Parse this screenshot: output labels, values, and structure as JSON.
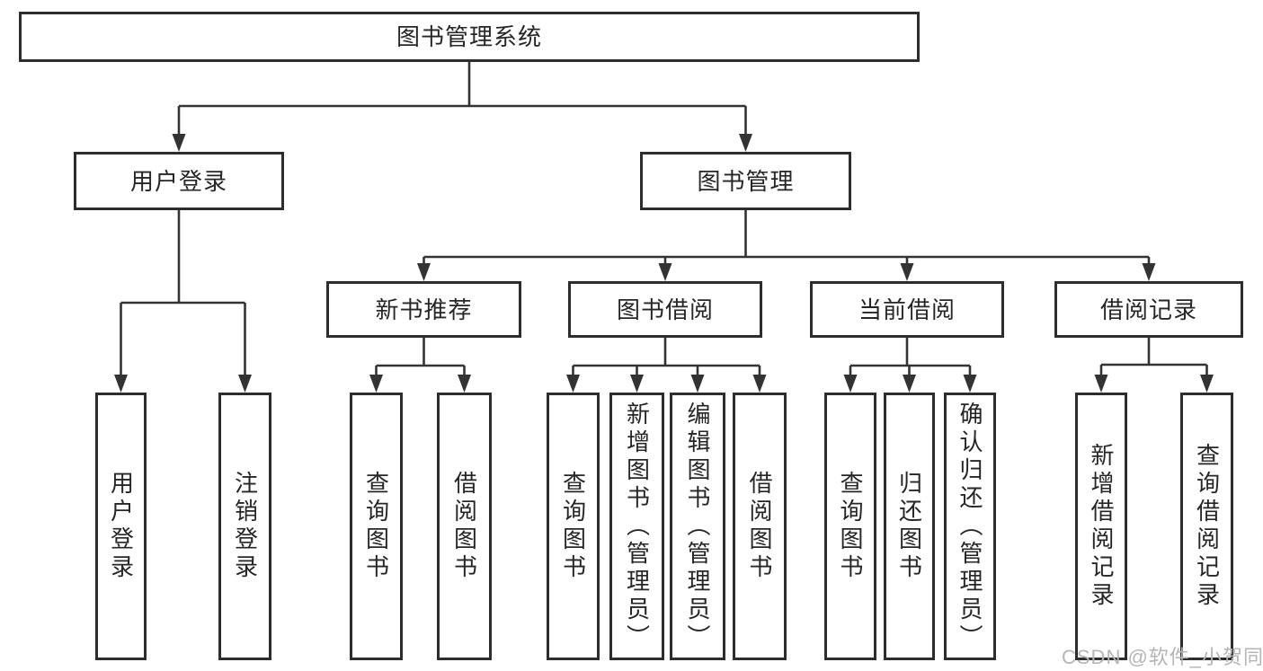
{
  "nodes": {
    "root": "图书管理系统",
    "user_login": "用户登录",
    "book_mgmt": "图书管理",
    "new_book": "新书推荐",
    "book_borrow": "图书借阅",
    "current_borrow": "当前借阅",
    "borrow_records": "借阅记录",
    "ul_login": "用户登录",
    "ul_logout": "注销登录",
    "nb_query": "查询图书",
    "nb_borrow": "借阅图书",
    "bb_query": "查询图书",
    "bb_add": "新增图书（管理员）",
    "bb_edit": "编辑图书（管理员）",
    "bb_borrow": "借阅图书",
    "cb_query": "查询图书",
    "cb_return": "归还图书",
    "cb_confirm": "确认归还（管理员）",
    "br_add": "新增借阅记录",
    "br_query": "查询借阅记录"
  },
  "hierarchy": {
    "图书管理系统": {
      "用户登录": [
        "用户登录",
        "注销登录"
      ],
      "图书管理": {
        "新书推荐": [
          "查询图书",
          "借阅图书"
        ],
        "图书借阅": [
          "查询图书",
          "新增图书（管理员）",
          "编辑图书（管理员）",
          "借阅图书"
        ],
        "当前借阅": [
          "查询图书",
          "归还图书",
          "确认归还（管理员）"
        ],
        "借阅记录": [
          "新增借阅记录",
          "查询借阅记录"
        ]
      }
    }
  },
  "watermark": "CSDN @软件_小贺同学",
  "colors": {
    "line": "#333333",
    "box_border": "#2d2d2d",
    "text": "#262626",
    "watermark": "#b5b5b5",
    "background": "#ffffff"
  }
}
